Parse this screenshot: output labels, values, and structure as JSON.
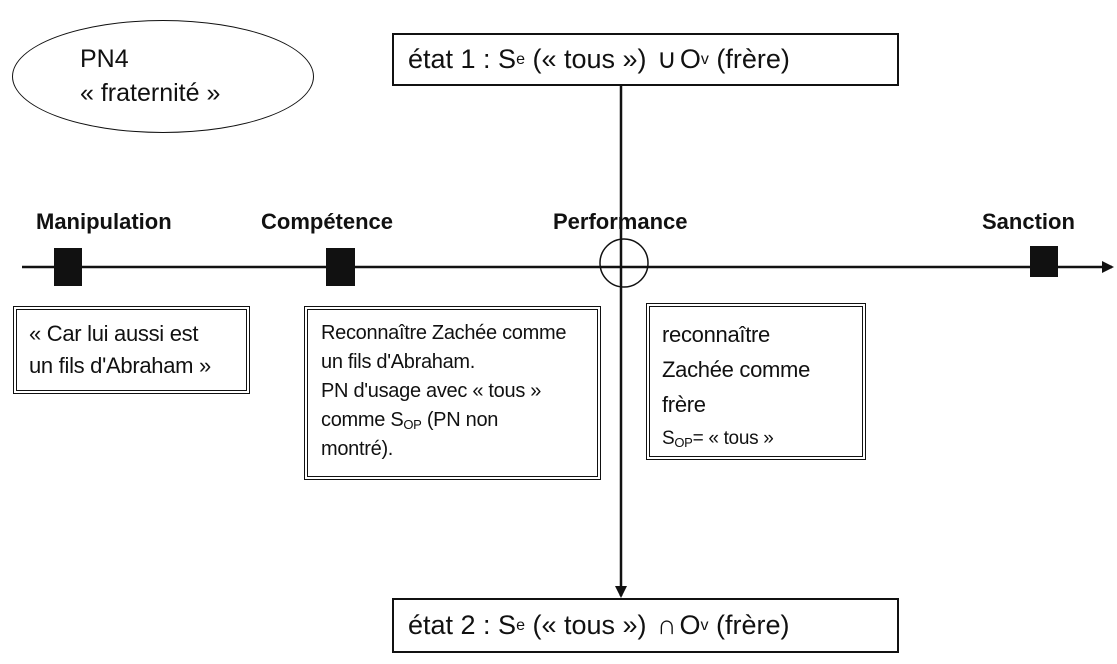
{
  "program": {
    "line1": "PN4",
    "line2": "« fraternité »"
  },
  "state1": {
    "prefix": "état 1 : S",
    "sub_e": "e",
    "mid": " (« tous ») ",
    "operator": "∪",
    "obj": "O",
    "sub_v": "v",
    "suffix": " (frère)"
  },
  "state2": {
    "prefix": "état 2 : S",
    "sub_e": "e",
    "mid": " (« tous ») ",
    "operator": "∩",
    "obj": "O",
    "sub_v": "v",
    "suffix": " (frère)"
  },
  "phases": {
    "manipulation": "Manipulation",
    "competence": "Compétence",
    "performance": "Performance",
    "sanction": "Sanction"
  },
  "boxes": {
    "manipulation": {
      "line1": "« Car lui aussi est",
      "line2": "un fils d'Abraham »"
    },
    "competence": {
      "line1": "Reconnaître Zachée comme",
      "line2": "un fils d'Abraham.",
      "line3": "PN d'usage avec « tous »",
      "line4_pre": "comme S",
      "line4_sub": "OP",
      "line4_post": " (PN non",
      "line5": "montré)."
    },
    "performance": {
      "line1": "reconnaître",
      "line2": "Zachée comme",
      "line3": "frère",
      "sop_pre": "S",
      "sop_sub": "OP",
      "sop_post": "= « tous »"
    }
  }
}
